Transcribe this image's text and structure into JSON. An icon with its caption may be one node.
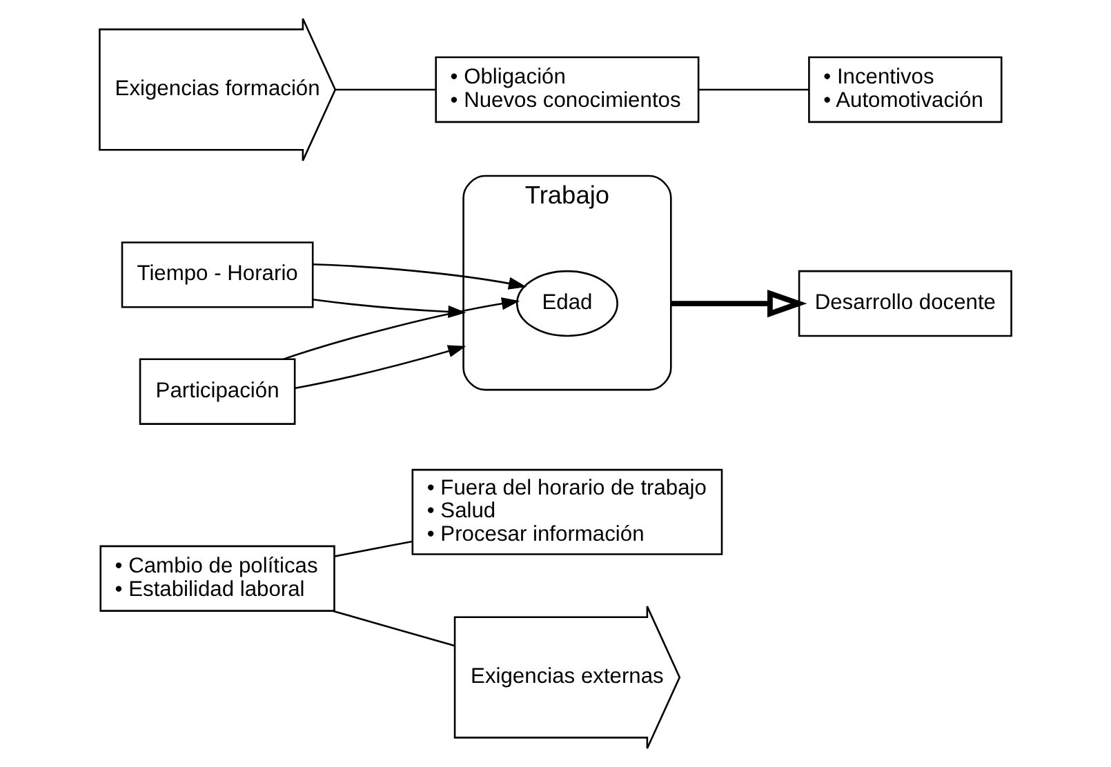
{
  "diagram": {
    "nodes": [
      {
        "text": [
          "• Cambio de políticas",
          "• Estabilidad laboral"
        ]
      },
      {
        "text": [
          "• Fuera del horario de trabajo",
          "• Salud",
          "• Procesar información"
        ]
      },
      {
        "text": [
          "Exigencias externas"
        ]
      },
      {
        "text": [
          "Tiempo - Horario"
        ]
      },
      {
        "text": [
          "Trabajo"
        ]
      },
      {
        "text": [
          "Edad"
        ],
        "in": 4
      },
      {
        "text": [
          "Exigencias formación"
        ]
      },
      {
        "text": [
          "Participación"
        ]
      },
      {
        "text": [
          "Desarrollo docente"
        ]
      },
      {
        "text": [
          "• Obligación",
          "• Nuevos conocimientos"
        ]
      },
      {
        "text": [
          "• Incentivos",
          "• Automotivación"
        ]
      }
    ],
    "edges": [
      {
        "from": 0,
        "to": 1,
        "arrow": "none"
      },
      {
        "from": 0,
        "to": 2,
        "arrow": "none"
      },
      {
        "from": 3,
        "to": 4,
        "arrow": "to"
      },
      {
        "from": 3,
        "to": 5,
        "arrow": "to"
      },
      {
        "from": 7,
        "to": 4,
        "arrow": "to"
      },
      {
        "from": 7,
        "to": 5,
        "arrow": "to"
      },
      {
        "from": 4,
        "to": 8,
        "arrow": "to",
        "style": "thick"
      },
      {
        "from": 6,
        "to": 9,
        "arrow": "none"
      },
      {
        "from": 9,
        "to": 10,
        "arrow": "none"
      }
    ]
  }
}
